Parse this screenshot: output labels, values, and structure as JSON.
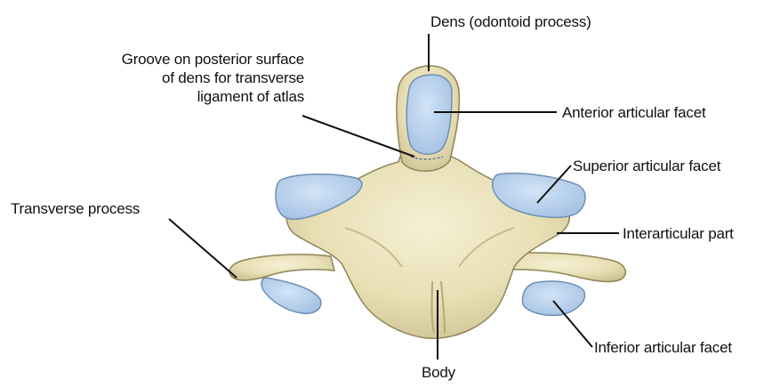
{
  "labels": {
    "dens": "Dens (odontoid process)",
    "groove": [
      "Groove on posterior surface",
      "of dens for transverse",
      "ligament of atlas"
    ],
    "anterior_facet": "Anterior articular facet",
    "superior_facet": "Superior articular facet",
    "transverse_process": "Transverse process",
    "interarticular": "Interarticular part",
    "inferior_facet": "Inferior articular facet",
    "body": "Body"
  },
  "colors": {
    "bone": "#ece4bd",
    "bone_shadow": "#c9bd8e",
    "bone_outline": "#8f8458",
    "facet": "#b8d2ef",
    "facet_outline": "#6f8fb5",
    "leader": "#111111",
    "text": "#111111"
  }
}
